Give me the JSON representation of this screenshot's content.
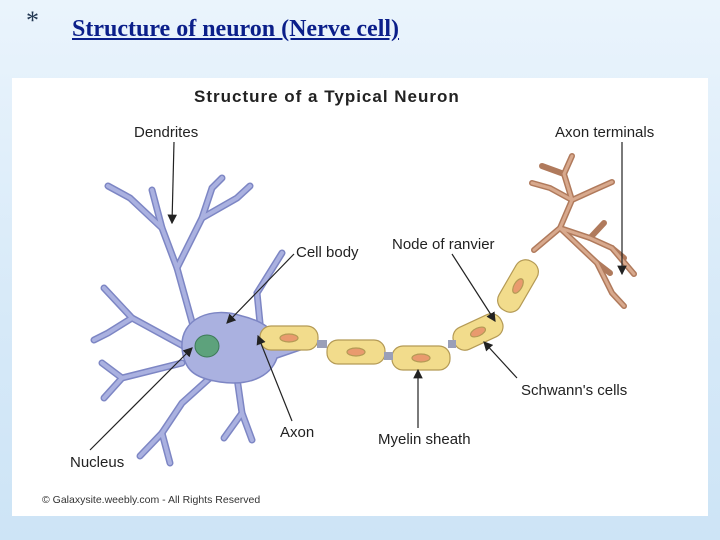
{
  "slide": {
    "bullet": "*",
    "title": "Structure of neuron (Nerve cell)"
  },
  "diagram": {
    "title": "Structure of a Typical Neuron",
    "labels": {
      "dendrites": "Dendrites",
      "axon_terminals": "Axon terminals",
      "cell_body": "Cell body",
      "node_of_ranvier": "Node of ranvier",
      "schwanns_cells": "Schwann's cells",
      "axon": "Axon",
      "myelin_sheath": "Myelin sheath",
      "nucleus": "Nucleus"
    },
    "copyright": "© Galaxysite.weebly.com - All Rights Reserved",
    "colors": {
      "cell_body": "#aab1e0",
      "nucleus": "#5da27c",
      "myelin": "#f2dc8c",
      "schwann_nucleus": "#e99a6e",
      "terminals": "#c79176"
    }
  }
}
